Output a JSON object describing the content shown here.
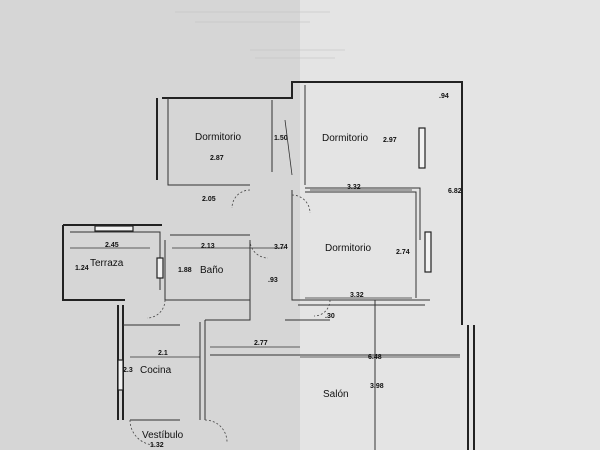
{
  "plan": {
    "rooms": {
      "dormitorio_1": "Dormitorio",
      "dormitorio_2": "Dormitorio",
      "dormitorio_3": "Dormitorio",
      "terraza": "Terraza",
      "bano": "Baño",
      "cocina": "Cocina",
      "salon": "Salón",
      "vestibulo": "Vestíbulo"
    },
    "dimensions": {
      "d_2_97": "2.97",
      "d_1_50": "1.50",
      "d_2_87": "2.87",
      "d_94": ".94",
      "d_2_05": "2.05",
      "d_3_32a": "3.32",
      "d_6_82": "6.82",
      "d_2_45": "2.45",
      "d_2_13": "2.13",
      "d_3_74": "3.74",
      "d_2_74": "2.74",
      "d_1_24": "1.24",
      "d_1_88": "1.88",
      "d_93": ".93",
      "d_3_32b": "3.32",
      "d_30": ".30",
      "d_2_77": "2.77",
      "d_2_1": "2.1",
      "d_6_48": "6.48",
      "d_2_3": "2.3",
      "d_3_98": "3.98",
      "d_1_32": "1.32"
    }
  }
}
